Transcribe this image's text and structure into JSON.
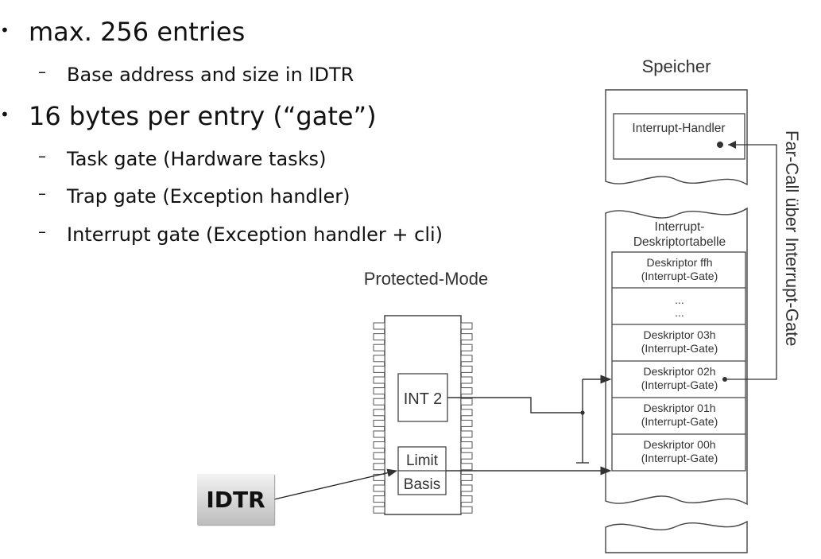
{
  "bullets": {
    "b1": "max. 256 entries",
    "b1_sub1": "Base address and size in IDTR",
    "b2": "16 bytes per entry (“gate”)",
    "b2_sub1": "Task gate (Hardware tasks)",
    "b2_sub2": "Trap gate (Exception handler)",
    "b2_sub3": "Interrupt gate (Exception handler + cli)",
    "dot_glyph": "•",
    "dash_glyph": "–"
  },
  "diagram": {
    "protected_mode_label": "Protected-Mode",
    "int_label": "INT 2",
    "limit_label": "Limit",
    "basis_label": "Basis",
    "idtr_label": "IDTR",
    "memory_label": "Speicher",
    "handler_label": "Interrupt-Handler",
    "table_title_1": "Interrupt-",
    "table_title_2": "Deskriptortabelle",
    "far_call_label": "Far-Call über Interrupt-Gate",
    "ellipsis": "...",
    "gate_type": "(Interrupt-Gate)",
    "descriptors": [
      "Deskriptor ffh",
      "Deskriptor 03h",
      "Deskriptor 02h",
      "Deskriptor 01h",
      "Deskriptor 00h"
    ]
  }
}
